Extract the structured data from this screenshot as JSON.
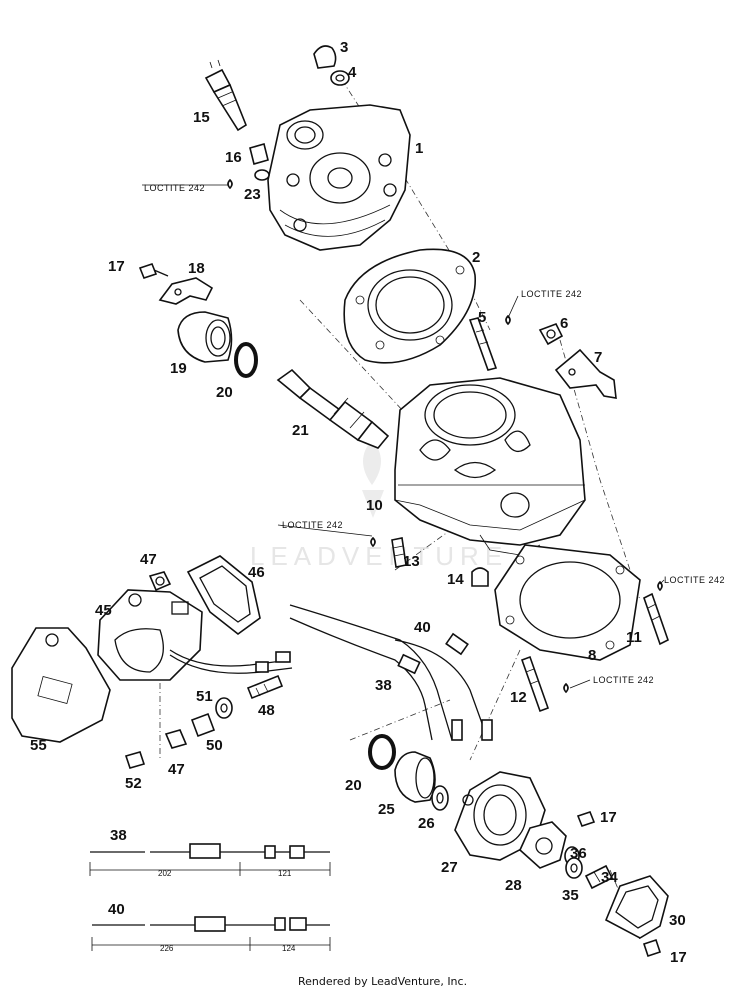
{
  "callouts": [
    {
      "id": "c1",
      "label": "1"
    },
    {
      "id": "c2",
      "label": "2"
    },
    {
      "id": "c3",
      "label": "3"
    },
    {
      "id": "c4",
      "label": "4"
    },
    {
      "id": "c5",
      "label": "5"
    },
    {
      "id": "c6",
      "label": "6"
    },
    {
      "id": "c7",
      "label": "7"
    },
    {
      "id": "c8",
      "label": "8"
    },
    {
      "id": "c10",
      "label": "10"
    },
    {
      "id": "c11",
      "label": "11"
    },
    {
      "id": "c12",
      "label": "12"
    },
    {
      "id": "c13",
      "label": "13"
    },
    {
      "id": "c14",
      "label": "14"
    },
    {
      "id": "c15",
      "label": "15"
    },
    {
      "id": "c16",
      "label": "16"
    },
    {
      "id": "c17a",
      "label": "17"
    },
    {
      "id": "c17b",
      "label": "17"
    },
    {
      "id": "c17c",
      "label": "17"
    },
    {
      "id": "c18",
      "label": "18"
    },
    {
      "id": "c19",
      "label": "19"
    },
    {
      "id": "c20a",
      "label": "20"
    },
    {
      "id": "c20b",
      "label": "20"
    },
    {
      "id": "c21",
      "label": "21"
    },
    {
      "id": "c23",
      "label": "23"
    },
    {
      "id": "c25",
      "label": "25"
    },
    {
      "id": "c26",
      "label": "26"
    },
    {
      "id": "c27",
      "label": "27"
    },
    {
      "id": "c28",
      "label": "28"
    },
    {
      "id": "c30",
      "label": "30"
    },
    {
      "id": "c34",
      "label": "34"
    },
    {
      "id": "c35",
      "label": "35"
    },
    {
      "id": "c36",
      "label": "36"
    },
    {
      "id": "c38a",
      "label": "38"
    },
    {
      "id": "c38b",
      "label": "38"
    },
    {
      "id": "c40a",
      "label": "40"
    },
    {
      "id": "c40b",
      "label": "40"
    },
    {
      "id": "c45",
      "label": "45"
    },
    {
      "id": "c46",
      "label": "46"
    },
    {
      "id": "c47a",
      "label": "47"
    },
    {
      "id": "c47b",
      "label": "47"
    },
    {
      "id": "c48",
      "label": "48"
    },
    {
      "id": "c50",
      "label": "50"
    },
    {
      "id": "c51",
      "label": "51"
    },
    {
      "id": "c52",
      "label": "52"
    },
    {
      "id": "c55",
      "label": "55"
    }
  ],
  "loctite_notes": [
    {
      "id": "l1",
      "label": "LOCTITE 242"
    },
    {
      "id": "l2",
      "label": "LOCTITE 242"
    },
    {
      "id": "l3",
      "label": "LOCTITE 242"
    },
    {
      "id": "l4",
      "label": "LOCTITE 242"
    },
    {
      "id": "l5",
      "label": "LOCTITE 242"
    }
  ],
  "dimensions": {
    "cable_38": {
      "a": "202",
      "b": "121"
    },
    "cable_40": {
      "a": "226",
      "b": "124"
    }
  },
  "watermark": "LEADVENTURE",
  "footer": "Rendered by LeadVenture, Inc."
}
